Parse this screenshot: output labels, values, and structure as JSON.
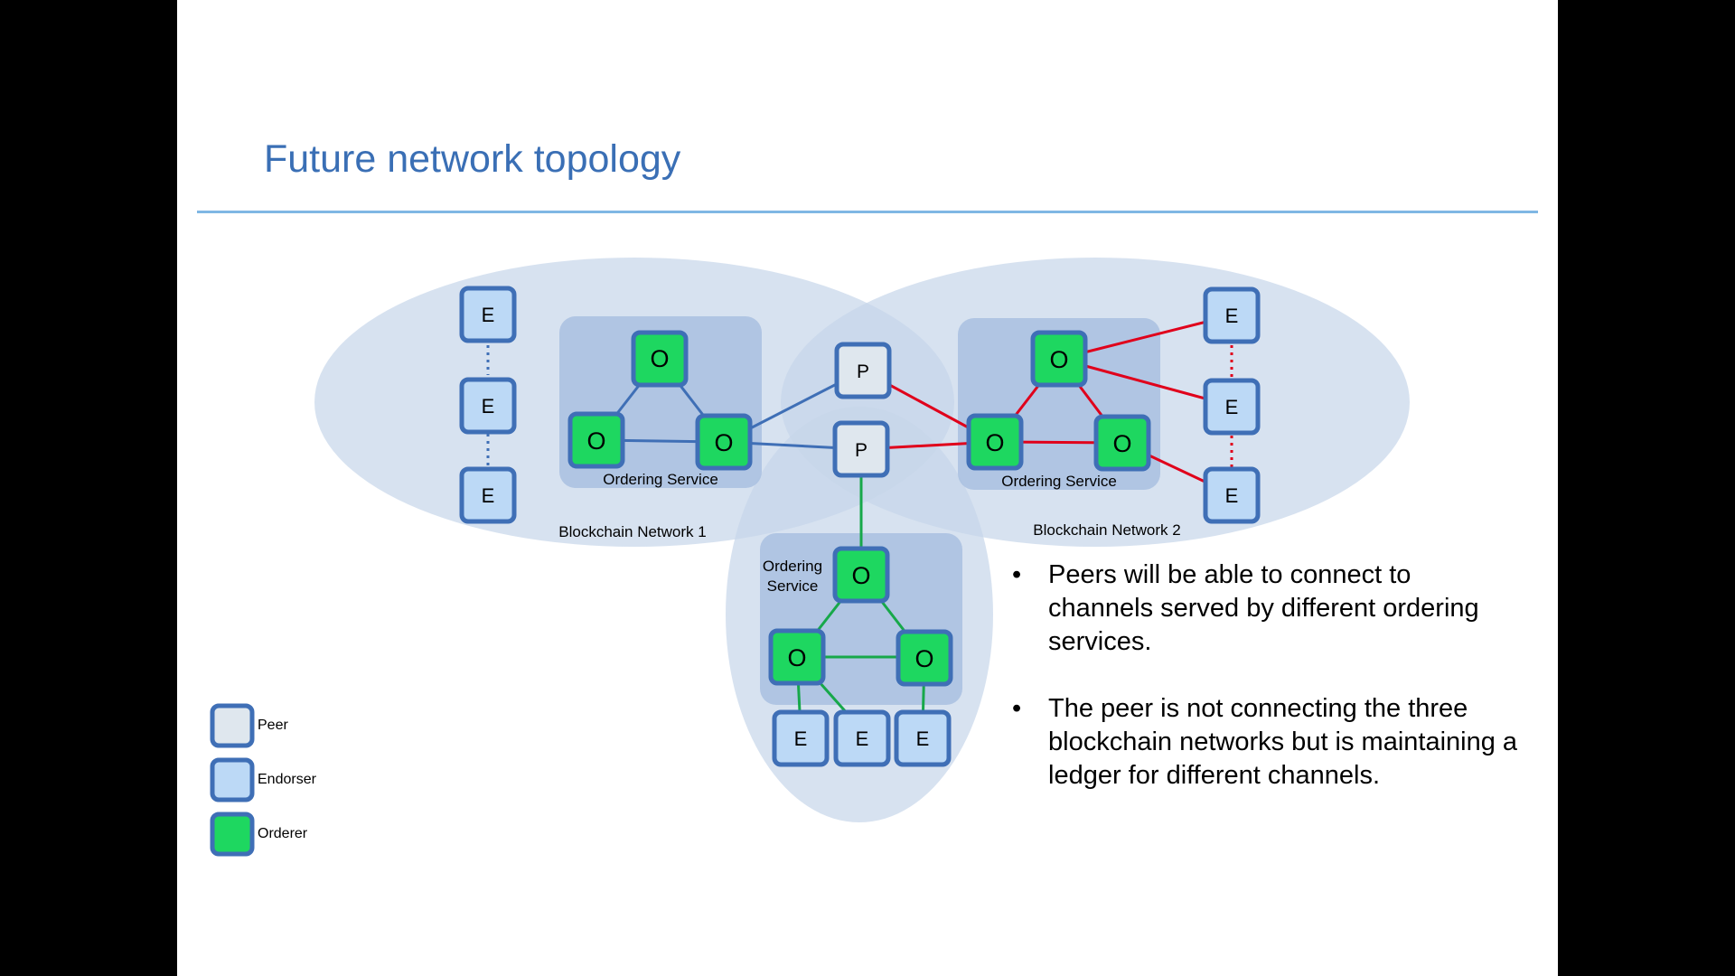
{
  "title": "Future network topology",
  "labels": {
    "ordering_service": "Ordering Service",
    "ordering_service_line1": "Ordering",
    "ordering_service_line2": "Service",
    "network1": "Blockchain Network 1",
    "network2": "Blockchain Network 2"
  },
  "nodes": {
    "endorser": "E",
    "orderer": "O",
    "peer": "P"
  },
  "legend": {
    "peer": "Peer",
    "endorser": "Endorser",
    "orderer": "Orderer"
  },
  "bullets": [
    "Peers will be able to connect to channels served by different ordering services.",
    "The peer is not connecting the three blockchain networks but is maintaining a ledger for different channels."
  ],
  "bullet_glyph": "•",
  "colors": {
    "title": "#3a6fb5",
    "network_ellipse": "#c6d6ea",
    "ordering_box": "#a9bfe0",
    "node_border": "#3f6fb6",
    "endorser_fill": "#bcd9f6",
    "peer_fill": "#dfe7ee",
    "orderer_fill": "#1ed760",
    "network1_links": "#3f6fb6",
    "network2_links": "#e0001b",
    "network3_links": "#17a84a"
  }
}
